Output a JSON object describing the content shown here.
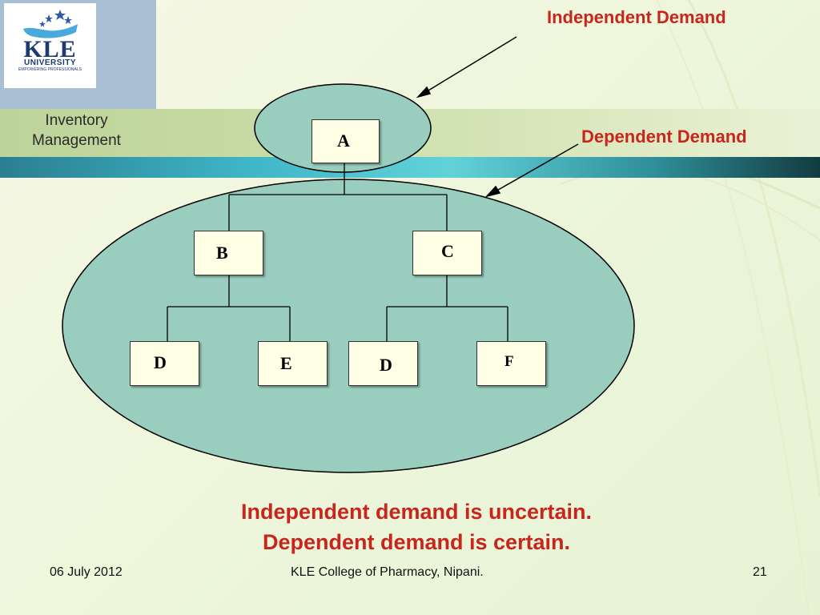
{
  "logo": {
    "name": "KLE",
    "sub": "UNIVERSITY",
    "tagline": "EMPOWERING PROFESSIONALS"
  },
  "section_title": [
    "Inventory",
    "Management"
  ],
  "labels": {
    "independent": "Independent Demand",
    "dependent": "Dependent Demand"
  },
  "nodes": {
    "a": "A",
    "b": "B",
    "c": "C",
    "d1": "D",
    "e": "E",
    "d2": "D",
    "f": "F"
  },
  "caption": {
    "line1": "Independent demand is uncertain.",
    "line2": "Dependent demand is certain."
  },
  "footer": {
    "date": "06 July 2012",
    "college": "KLE College of Pharmacy, Nipani.",
    "page": "21"
  },
  "colors": {
    "ellipse_fill": "#99cdbe",
    "label_red": "#c8261c",
    "box_fill": "#ffffe5"
  }
}
